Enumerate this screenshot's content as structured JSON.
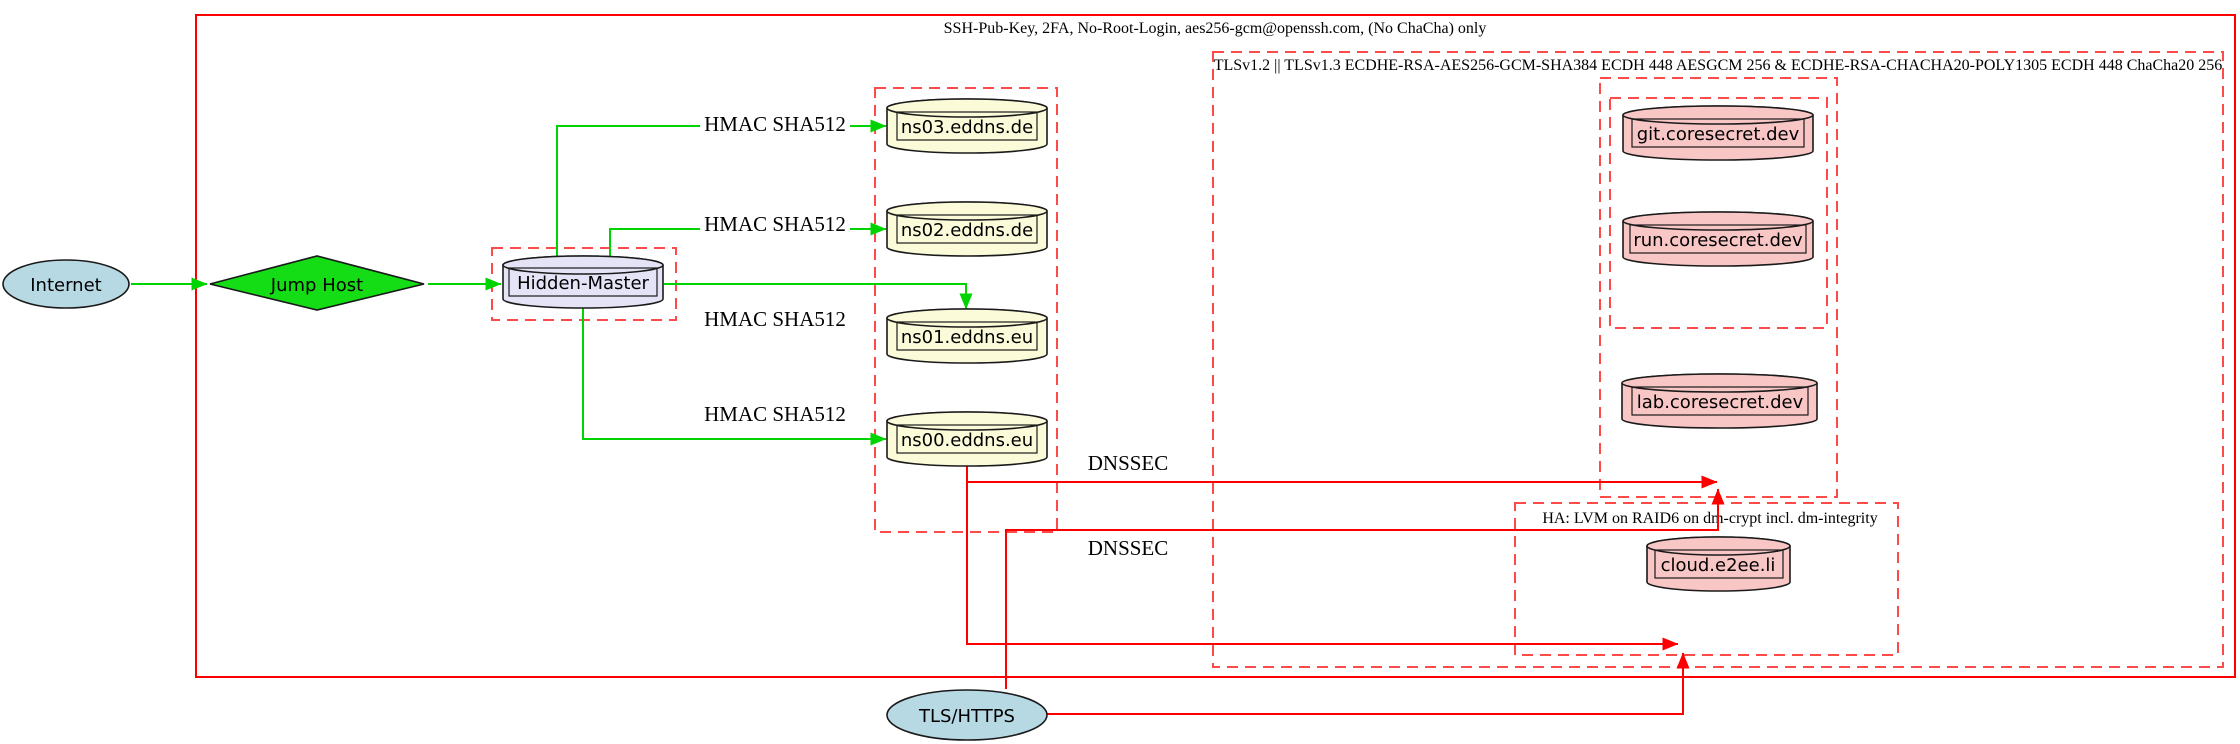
{
  "clusters": {
    "ssh": {
      "label": "SSH-Pub-Key, 2FA, No-Root-Login, aes256-gcm@openssh.com, (No ChaCha) only"
    },
    "tls": {
      "label": "TLSv1.2 || TLSv1.3 ECDHE-RSA-AES256-GCM-SHA384 ECDH 448 AESGCM 256 & ECDHE-RSA-CHACHA20-POLY1305 ECDH 448 ChaCha20 256"
    },
    "ha": {
      "label": "HA: LVM on RAID6 on dm-crypt incl. dm-integrity"
    }
  },
  "nodes": {
    "internet": {
      "label": "Internet"
    },
    "jump_host": {
      "label": "Jump Host"
    },
    "hidden_master": {
      "label": "Hidden-Master"
    },
    "ns03": {
      "label": "ns03.eddns.de"
    },
    "ns02": {
      "label": "ns02.eddns.de"
    },
    "ns01": {
      "label": "ns01.eddns.eu"
    },
    "ns00": {
      "label": "ns00.eddns.eu"
    },
    "git": {
      "label": "git.coresecret.dev"
    },
    "run": {
      "label": "run.coresecret.dev"
    },
    "lab": {
      "label": "lab.coresecret.dev"
    },
    "cloud": {
      "label": "cloud.e2ee.li"
    },
    "tls_https": {
      "label": "TLS/HTTPS"
    }
  },
  "edge_labels": {
    "hmac": "HMAC SHA512",
    "dnssec": "DNSSEC"
  },
  "colors": {
    "edge-green": "#00d400",
    "edge-red": "#ff0000",
    "cluster-red": "#ff4a4a",
    "node-blue": "#b7d9e3",
    "node-green": "#15dd15",
    "node-lavender": "#e4e4f6",
    "node-yellow": "#fbfbd9",
    "node-pink": "#f9c6c6"
  }
}
